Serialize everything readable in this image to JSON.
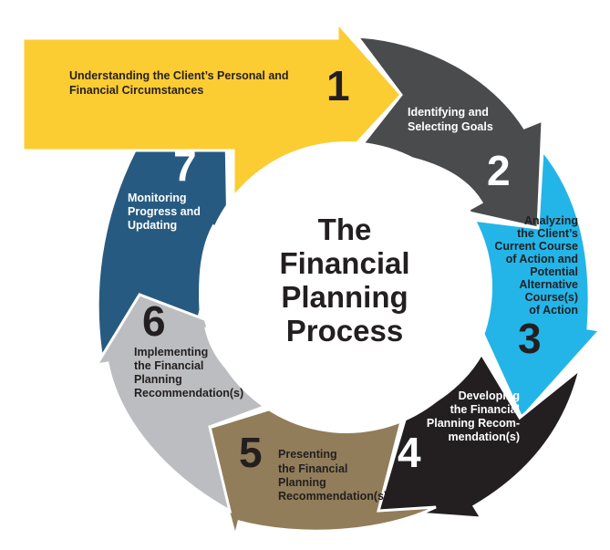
{
  "title": {
    "lines": [
      "The",
      "Financial",
      "Planning",
      "Process"
    ]
  },
  "steps": [
    {
      "number": "1",
      "lines": [
        "Understanding the Client’s Personal and",
        "Financial Circumstances"
      ],
      "color": "#fccc33",
      "text_color": "#231f20"
    },
    {
      "number": "2",
      "lines": [
        "Identifying and",
        "Selecting Goals"
      ],
      "color": "#4a4b4d",
      "text_color": "#ffffff"
    },
    {
      "number": "3",
      "lines": [
        "Analyzing",
        "the Client’s",
        "Current Course",
        "of Action and",
        "Potential",
        "Alternative",
        "Course(s)",
        "of Action"
      ],
      "color": "#23b5e8",
      "text_color": "#231f20"
    },
    {
      "number": "4",
      "lines": [
        "Developing",
        "the Financial",
        "Planning Recom-",
        "mendation(s)"
      ],
      "color": "#231f20",
      "text_color": "#ffffff"
    },
    {
      "number": "5",
      "lines": [
        "Presenting",
        "the Financial",
        "Planning",
        "Recommendation(s)"
      ],
      "color": "#927d5a",
      "text_color": "#231f20"
    },
    {
      "number": "6",
      "lines": [
        "Implementing",
        "the Financial",
        "Planning",
        "Recommendation(s)"
      ],
      "color": "#bcbdc0",
      "text_color": "#231f20"
    },
    {
      "number": "7",
      "lines": [
        "Monitoring",
        "Progress and",
        "Updating"
      ],
      "color": "#275a80",
      "text_color": "#ffffff"
    }
  ]
}
